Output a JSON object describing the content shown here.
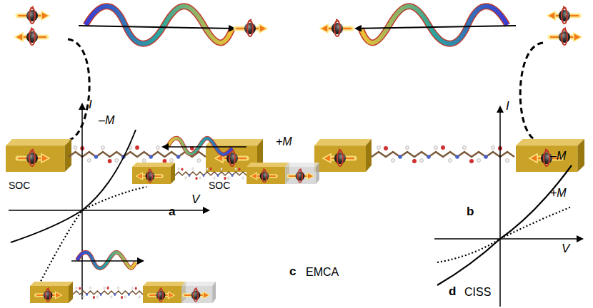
{
  "diagram": {
    "nodes": [
      {
        "text": [
          "SOC"
        ]
      },
      {
        "text": [
          "SOC"
        ]
      }
    ],
    "labels": [
      "a",
      "b",
      "I",
      "V",
      "–M",
      "+M",
      "c",
      "EMCA",
      "I",
      "V",
      "–M",
      "+M",
      "d",
      "CISS"
    ]
  }
}
